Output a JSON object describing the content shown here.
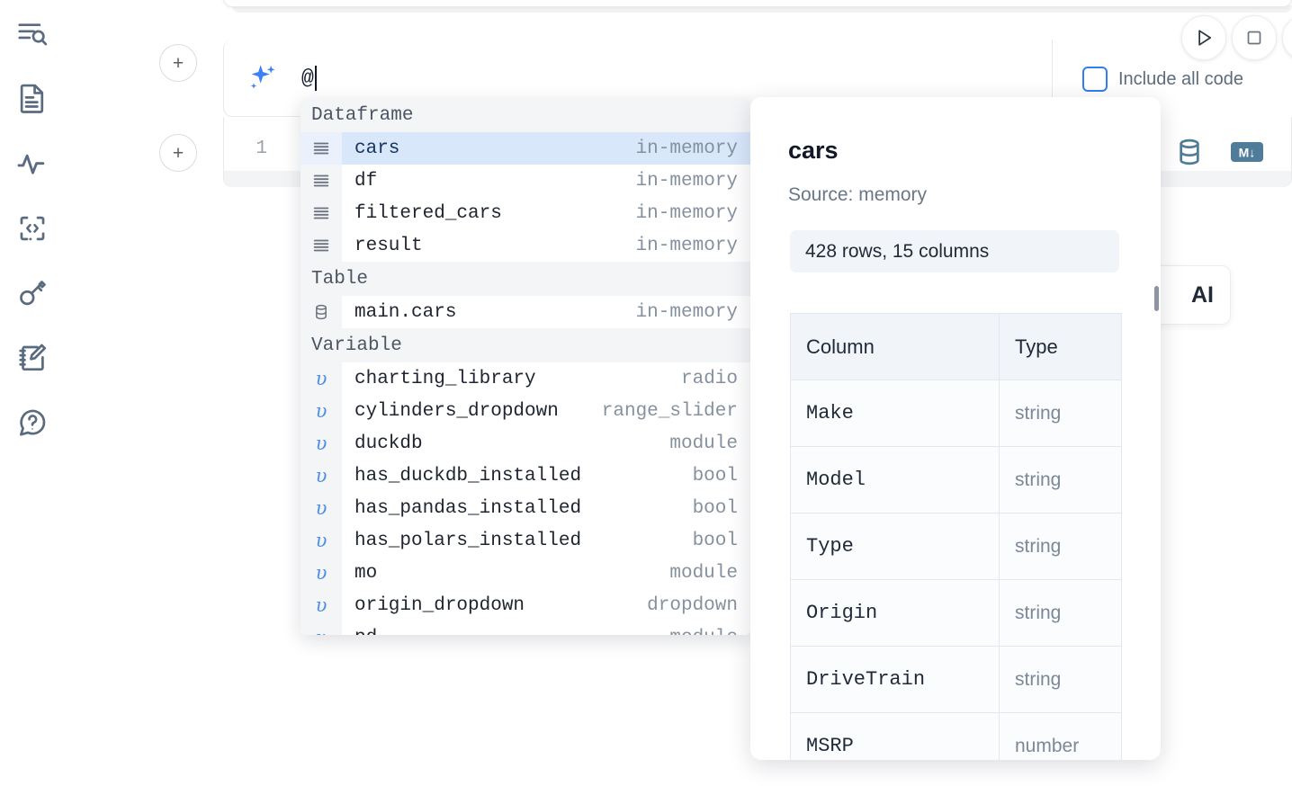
{
  "sidebar": {
    "items": [
      {
        "name": "search-outline-icon",
        "label": "Outline search"
      },
      {
        "name": "document-icon",
        "label": "Notebook file"
      },
      {
        "name": "activity-pulse-icon",
        "label": "Activity"
      },
      {
        "name": "code-snippet-icon",
        "label": "Snippets"
      },
      {
        "name": "key-icon",
        "label": "Secrets"
      },
      {
        "name": "notebook-edit-icon",
        "label": "Scratchpad"
      },
      {
        "name": "help-chat-icon",
        "label": "Help"
      }
    ]
  },
  "toolbar": {
    "add_cell_label": "+",
    "run_label": "Run",
    "stop_label": "Stop",
    "include_all_code_label": "Include all code",
    "include_all_code_checked": false,
    "accent_blue": "#2f7ff0"
  },
  "ai_prompt": {
    "icon": "sparkle-icon",
    "value": "@",
    "placeholder": ""
  },
  "code_cell": {
    "line_number": "1",
    "content": "",
    "icons": [
      {
        "name": "database-icon",
        "label": "Database"
      },
      {
        "name": "markdown-icon",
        "label": "M↓"
      }
    ]
  },
  "ai_pill": {
    "label": "AI"
  },
  "autocomplete": {
    "groups": [
      {
        "label": "Dataframe",
        "items": [
          {
            "icon": "dataframe-icon",
            "name": "cars",
            "kind": "in-memory",
            "selected": true
          },
          {
            "icon": "dataframe-icon",
            "name": "df",
            "kind": "in-memory",
            "selected": false
          },
          {
            "icon": "dataframe-icon",
            "name": "filtered_cars",
            "kind": "in-memory",
            "selected": false
          },
          {
            "icon": "dataframe-icon",
            "name": "result",
            "kind": "in-memory",
            "selected": false
          }
        ]
      },
      {
        "label": "Table",
        "items": [
          {
            "icon": "database-icon",
            "name": "main.cars",
            "kind": "in-memory",
            "selected": false
          }
        ]
      },
      {
        "label": "Variable",
        "items": [
          {
            "icon": "variable-icon",
            "name": "charting_library",
            "kind": "radio",
            "selected": false
          },
          {
            "icon": "variable-icon",
            "name": "cylinders_dropdown",
            "kind": "range_slider",
            "selected": false
          },
          {
            "icon": "variable-icon",
            "name": "duckdb",
            "kind": "module",
            "selected": false
          },
          {
            "icon": "variable-icon",
            "name": "has_duckdb_installed",
            "kind": "bool",
            "selected": false
          },
          {
            "icon": "variable-icon",
            "name": "has_pandas_installed",
            "kind": "bool",
            "selected": false
          },
          {
            "icon": "variable-icon",
            "name": "has_polars_installed",
            "kind": "bool",
            "selected": false
          },
          {
            "icon": "variable-icon",
            "name": "mo",
            "kind": "module",
            "selected": false
          },
          {
            "icon": "variable-icon",
            "name": "origin_dropdown",
            "kind": "dropdown",
            "selected": false
          },
          {
            "icon": "variable-icon",
            "name": "pd",
            "kind": "module",
            "selected": false
          }
        ]
      }
    ]
  },
  "info_panel": {
    "title": "cars",
    "source": "Source: memory",
    "shape": "428 rows, 15 columns",
    "columns_header": "Column",
    "type_header": "Type",
    "rows": [
      {
        "column": "Make",
        "type": "string"
      },
      {
        "column": "Model",
        "type": "string"
      },
      {
        "column": "Type",
        "type": "string"
      },
      {
        "column": "Origin",
        "type": "string"
      },
      {
        "column": "DriveTrain",
        "type": "string"
      },
      {
        "column": "MSRP",
        "type": "number"
      }
    ]
  }
}
